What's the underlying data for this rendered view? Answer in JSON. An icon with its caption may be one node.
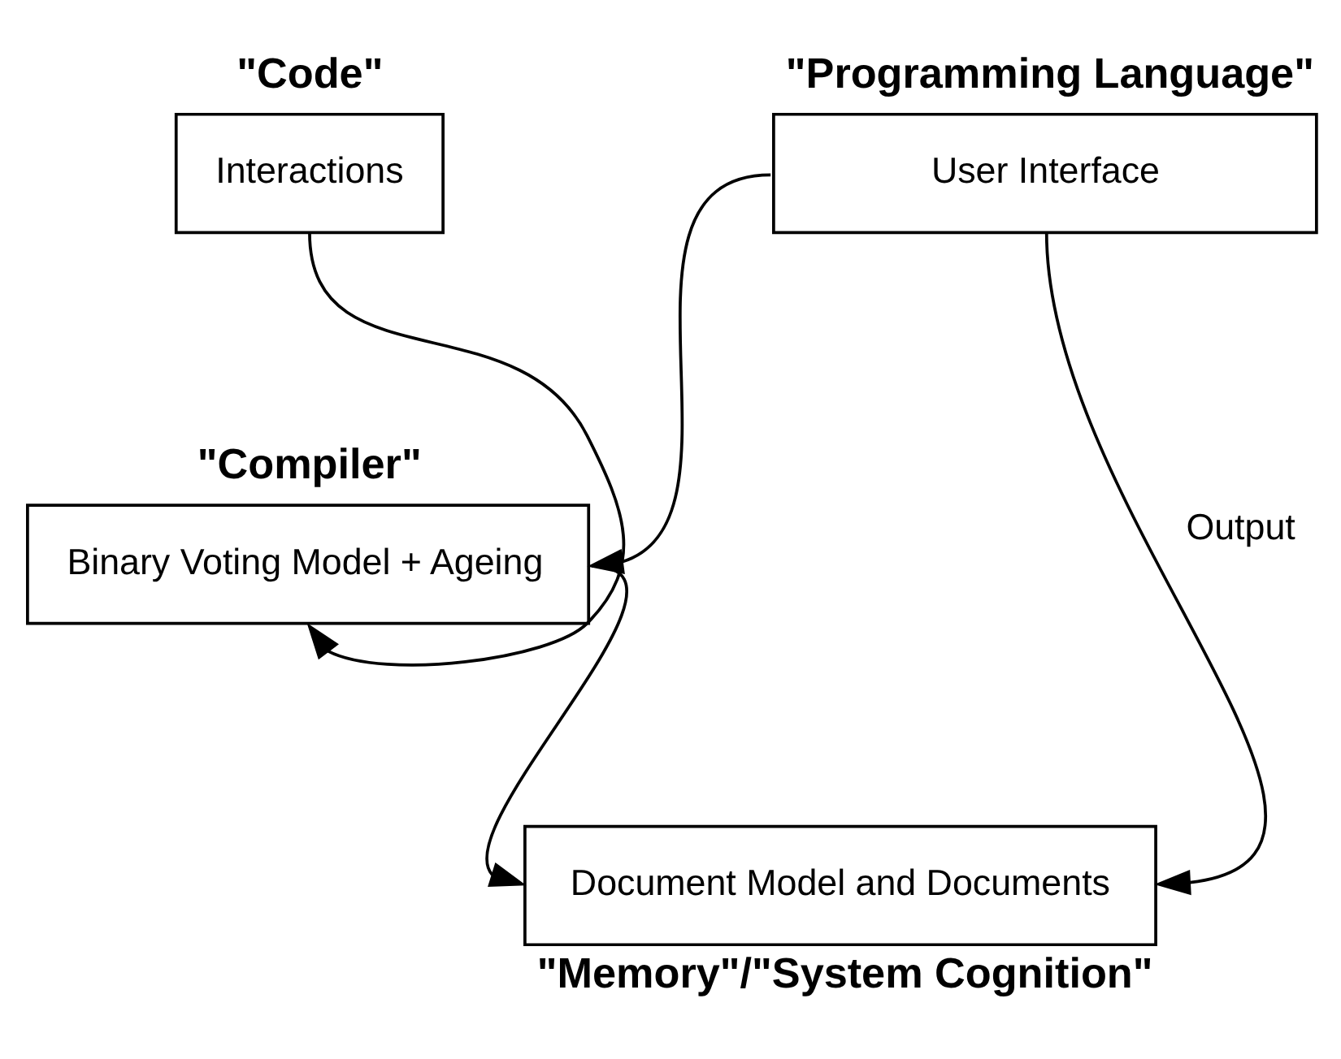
{
  "diagram": {
    "nodes": [
      {
        "text": [
          "\"Code\"",
          "Interactions"
        ]
      },
      {
        "text": [
          "\"Programming Language\"",
          "User Interface"
        ]
      },
      {
        "text": [
          "\"Compiler\"",
          "Binary Voting Model + Ageing"
        ]
      },
      {
        "text": [
          "Document Model and Documents",
          "\"Memory\"/\"System Cognition\""
        ]
      }
    ],
    "edges": [
      {
        "from": 0,
        "to": 2,
        "arrow": "to"
      },
      {
        "from": 1,
        "to": 2,
        "arrow": "to"
      },
      {
        "from": 2,
        "to": 3,
        "arrow": "to"
      },
      {
        "from": 1,
        "to": 3,
        "arrow": "to",
        "label": "Output"
      }
    ]
  }
}
